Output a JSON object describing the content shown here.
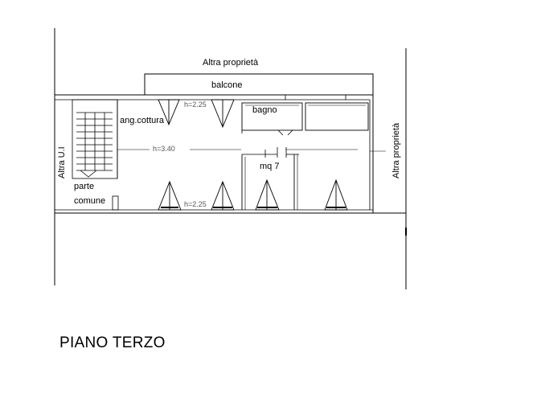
{
  "labels": {
    "top_neighbor": "Altra proprietà",
    "balcony": "balcone",
    "height_low_top": "h=2.25",
    "height_low_bottom": "h=2.25",
    "height_main": "h=3.40",
    "bathroom": "bagno",
    "kitchenette": "ang.cottura",
    "room_area": "mq 7",
    "common_part_line1": "parte",
    "common_part_line2": "comune",
    "left_neighbor": "Altra U.I",
    "right_neighbor": "Altra proprietà"
  },
  "floor_title": "PIANO TERZO"
}
